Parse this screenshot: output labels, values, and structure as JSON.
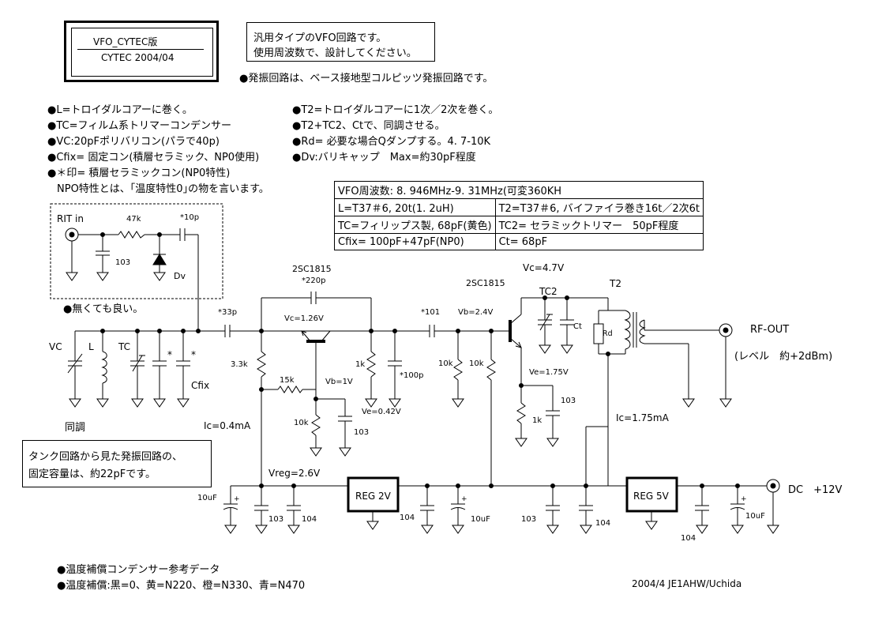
{
  "title": {
    "line1": "VFO_CYTEC版",
    "line2": "CYTEC 2004/04"
  },
  "description": {
    "line1": "汎用タイプのVFO回路です。",
    "line2": "使用周波数で、設計してください。"
  },
  "osc_note": "●発振回路は、ベース接地型コルピッツ発振回路です。",
  "notes_left": [
    "●L=トロイダルコアーに巻く。",
    "●TC=フィルム系トリマーコンデンサー",
    "●VC:20pFポリバリコン(パラで40p)",
    "●Cfix= 固定コン(積層セラミック、NP0使用)",
    "●＊印= 積層セラミックコン(NP0特性)",
    "NPO特性とは、｢温度特性0｣の物を言います。"
  ],
  "notes_right": [
    "●T2=トロイダルコアーに1次／2次を巻く。",
    "●T2+TC2、Ctで、同調させる。",
    "●Rd= 必要な場合Qダンプする。4. 7-10K",
    "●Dv:バリキャップ　Max=約30pF程度"
  ],
  "spec_table": {
    "header": "VFO周波数: 8. 946MHz-9. 31MHz(可変360KH",
    "rows": [
      [
        "L=T37＃6, 20t(1. 2uH)",
        "T2=T37＃6, バイファイラ巻き16t／2次6t"
      ],
      [
        "TC=フィリップス製, 68pF(黄色)",
        "TC2= セラミックトリマー　50pF程度"
      ],
      [
        "Cfix= 100pF+47pF(NP0)",
        "Ct= 68pF"
      ]
    ]
  },
  "rit_block": {
    "rit_in": "RIT  in",
    "r47k": "47k",
    "c10p": "*10p",
    "c103": "103",
    "dv": "Dv",
    "optional": "●無くても良い。"
  },
  "labels": {
    "vc": "VC",
    "l": "L",
    "tc": "TC",
    "star1": "*",
    "star2": "*",
    "cfix": "Cfix",
    "tuning": "同調",
    "c33p": "*33p",
    "tr1": "2SC1815",
    "c220p": "*220p",
    "vc1": "Vc=1.26V",
    "r33k": "3.3k",
    "r15k": "15k",
    "vb1": "Vb=1V",
    "r1k_a": "1k",
    "c100p": "*100p",
    "ve1": "Ve=0.42V",
    "r10k_a": "10k",
    "c103_a": "103",
    "ic1": "Ic=0.4mA",
    "vreg": "Vreg=2.6V",
    "c101": "*101",
    "vb2": "Vb=2.4V",
    "tr2": "2SC1815",
    "r10k_b": "10k",
    "r10k_c": "10k",
    "vc2": "Vc=4.7V",
    "tc2": "TC2",
    "t2": "T2",
    "ct": "Ct",
    "rd": "Rd",
    "ve2": "Ve=1.75V",
    "r1k_b": "1k",
    "c103_b": "103",
    "ic2": "Ic=1.75mA",
    "rf_out": "RF-OUT",
    "level": "(レベル　約+2dBm)",
    "dc": "DC　+12V",
    "reg2": "REG 2V",
    "reg5": "REG 5V",
    "c10uf_1": "10uF",
    "c103_c": "103",
    "c104_a": "104",
    "c104_b": "104",
    "c10uf_2": "10uF",
    "c103_d": "103",
    "c104_c": "104",
    "c104_d": "104",
    "c10uf_3": "10uF"
  },
  "tank_note": {
    "line1": "タンク回路から見た発振回路の、",
    "line2": "固定容量は、約22pFです。"
  },
  "temp_notes": {
    "line1": "●温度補償コンデンサー参考データ",
    "line2": "●温度補償:黒=0、黄=N220、橙=N330、青=N470"
  },
  "credit": "2004/4  JE1AHW/Uchida"
}
